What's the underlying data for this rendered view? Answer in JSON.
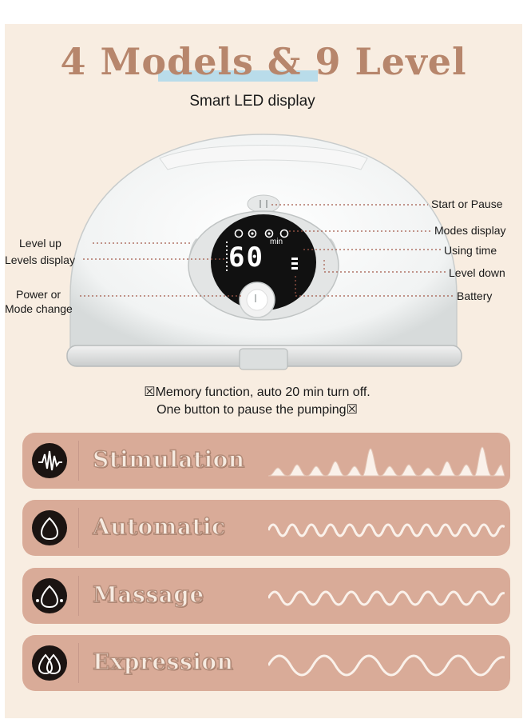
{
  "header": {
    "title": "4 Models & 9 Level",
    "subtitle": "Smart LED display"
  },
  "display": {
    "readout": "60",
    "unit": "min"
  },
  "callouts": {
    "start_pause": "Start or Pause",
    "modes_display": "Modes display",
    "using_time": "Using time",
    "level_down": "Level down",
    "battery": "Battery",
    "level_up": "Level up",
    "levels_display": "Levels display",
    "power_line1": "Power or",
    "power_line2": "Mode change"
  },
  "notes": {
    "line1": "☒Memory function, auto 20 min turn off.",
    "line2": "One button to pause the pumping☒"
  },
  "modes": [
    {
      "label": "Stimulation",
      "icon": "stimulation-wave-icon"
    },
    {
      "label": "Automatic",
      "icon": "droplet-icon"
    },
    {
      "label": "Massage",
      "icon": "massage-droplet-icon"
    },
    {
      "label": "Expression",
      "icon": "double-droplet-icon"
    }
  ],
  "colors": {
    "panel": "#f8ede1",
    "title": "#b7866c",
    "mode_bar": "#d9ab98",
    "title_highlight": "#b9dcea"
  }
}
